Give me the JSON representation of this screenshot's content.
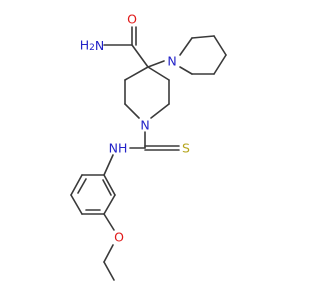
{
  "molecule": {
    "colors": {
      "bond": "#3a3a3a",
      "N": "#2323c8",
      "O": "#e01919",
      "S": "#b5a51c"
    },
    "atoms": {
      "amide_N": "H2N",
      "amide_O": "O",
      "pip_N": "N",
      "ring_N": "N",
      "thio_NH": "NH",
      "thio_S": "S",
      "ether_O": "O"
    }
  }
}
